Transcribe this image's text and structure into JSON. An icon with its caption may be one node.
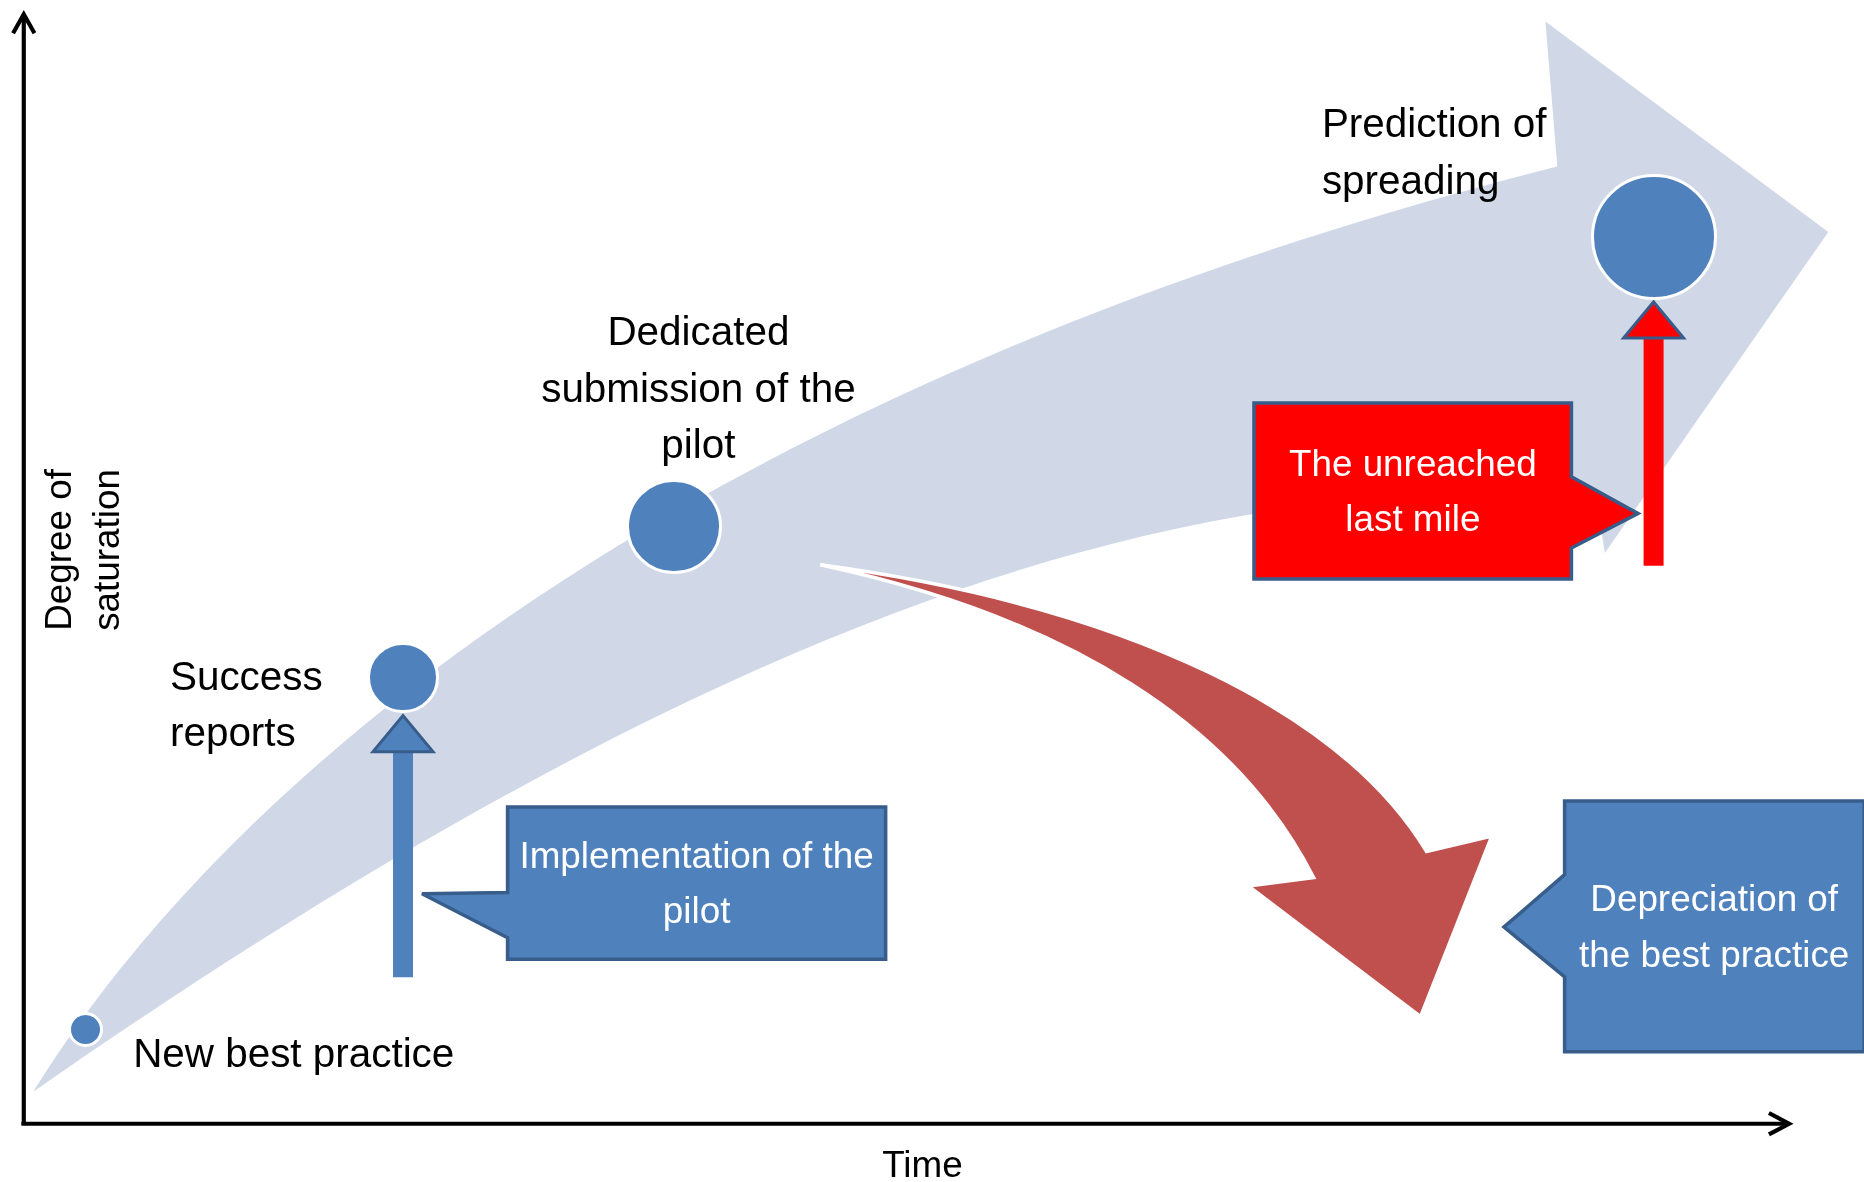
{
  "diagram": {
    "nodes": [
      {
        "text": [],
        "shape": "circle"
      },
      {
        "text": [
          "New best practice"
        ]
      },
      {
        "text": [],
        "shape": "circle"
      },
      {
        "text": [
          "Success reports"
        ]
      },
      {
        "text": [],
        "shape": "circle"
      },
      {
        "text": [
          "Dedicated submission of the pilot"
        ]
      },
      {
        "text": [],
        "shape": "circle"
      },
      {
        "text": [
          "Prediction of spreading"
        ]
      },
      {
        "text": [
          "Implementation of the pilot"
        ]
      },
      {
        "text": [
          "The unreached last mile"
        ]
      },
      {
        "text": [
          "Depreciation of the best practice"
        ]
      }
    ],
    "edges": [
      {
        "from": null,
        "to": 2,
        "arrow": "to",
        "color": "#4f81bd"
      },
      {
        "from": null,
        "to": 6,
        "arrow": "to",
        "color": "#ff0000"
      }
    ],
    "labels": [
      "Degree of saturation",
      "Time"
    ]
  }
}
